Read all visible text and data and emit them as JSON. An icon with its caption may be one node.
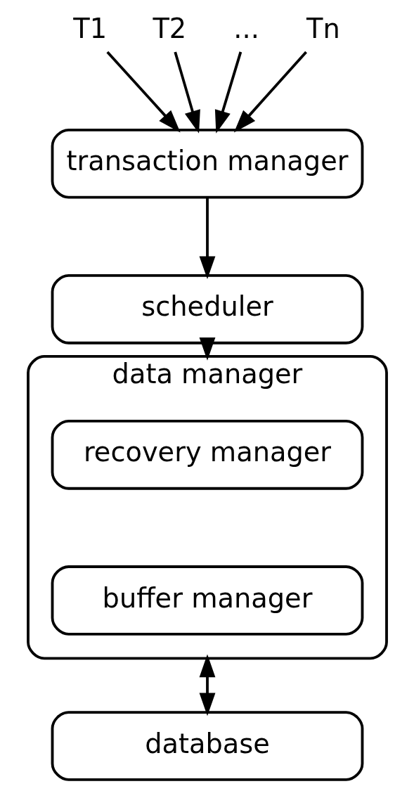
{
  "diagram": {
    "nodes": [
      {
        "text": [
          "T1"
        ]
      },
      {
        "text": [
          "T2"
        ]
      },
      {
        "text": [
          "..."
        ]
      },
      {
        "text": [
          "Tn"
        ]
      },
      {
        "text": [
          "transaction manager"
        ]
      },
      {
        "text": [
          "scheduler"
        ]
      },
      {
        "text": [
          "data manager"
        ]
      },
      {
        "text": [
          "recovery manager"
        ],
        "in": 6
      },
      {
        "text": [
          "buffer manager"
        ],
        "in": 6
      },
      {
        "text": [
          "database"
        ]
      }
    ],
    "edges": [
      {
        "from": 0,
        "to": 4,
        "arrow": "to"
      },
      {
        "from": 1,
        "to": 4,
        "arrow": "to"
      },
      {
        "from": 2,
        "to": 4,
        "arrow": "to"
      },
      {
        "from": 3,
        "to": 4,
        "arrow": "to"
      },
      {
        "from": 4,
        "to": 5,
        "arrow": "to"
      },
      {
        "from": 5,
        "to": 6,
        "arrow": "to"
      },
      {
        "from": 6,
        "to": 9,
        "arrow": "both"
      }
    ]
  }
}
